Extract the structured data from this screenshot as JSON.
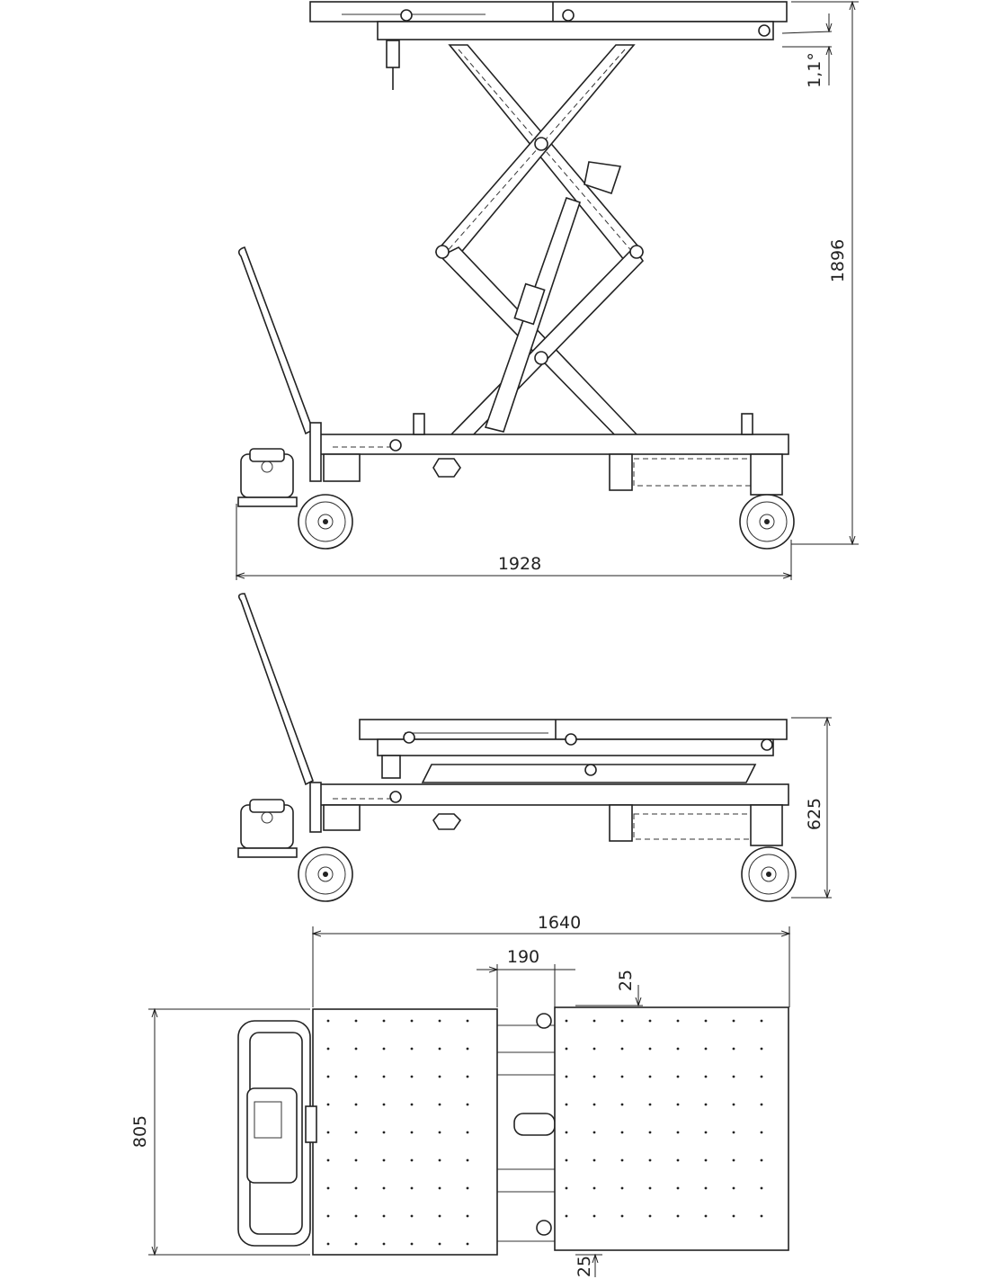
{
  "dimensions": {
    "tilt_angle": "1,1°",
    "max_height": "1896",
    "overall_length_raised": "1928",
    "min_height": "625",
    "platform_length": "1640",
    "platform_gap": "190",
    "edge_offset_top": "25",
    "platform_width": "805",
    "edge_offset_bottom": "25"
  },
  "colors": {
    "line": "#222222",
    "background": "#ffffff"
  }
}
